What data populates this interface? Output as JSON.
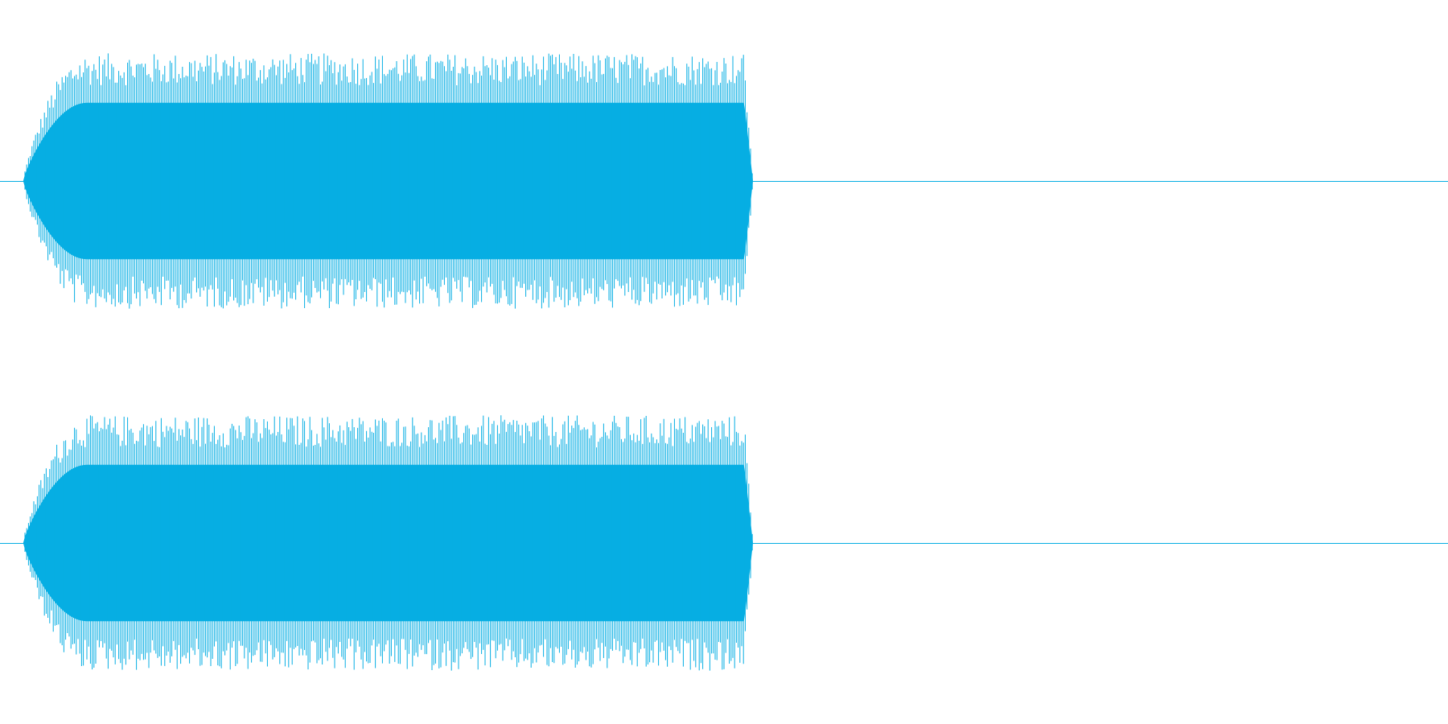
{
  "chart_data": {
    "type": "waveform",
    "title": "",
    "xlabel": "",
    "ylabel": "",
    "grid": false,
    "legend": "none",
    "colors": {
      "waveform": "#06aee3",
      "background": "#ffffff"
    },
    "ylim": [
      -1,
      1
    ],
    "time_range": [
      0,
      1
    ],
    "channels": [
      {
        "name": "",
        "sound_start": 0.016,
        "sound_end": 0.52,
        "attack_end": 0.06,
        "release_start": 0.514,
        "core_amplitude": 0.6,
        "peak_amplitude": 0.98
      },
      {
        "name": "",
        "sound_start": 0.016,
        "sound_end": 0.52,
        "attack_end": 0.06,
        "release_start": 0.514,
        "core_amplitude": 0.6,
        "peak_amplitude": 0.98
      }
    ]
  }
}
